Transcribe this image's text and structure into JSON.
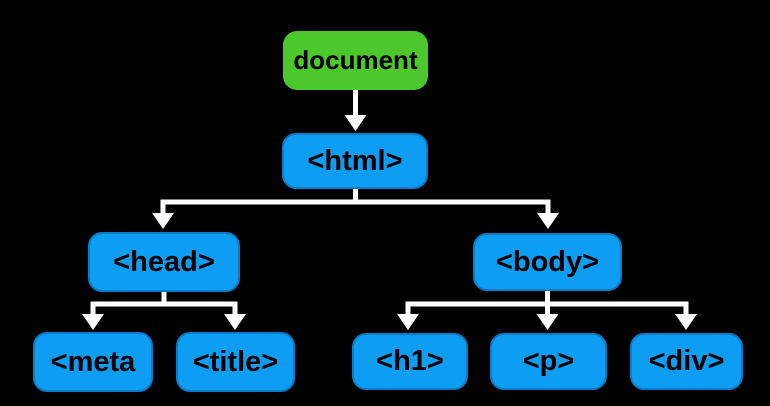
{
  "diagram": {
    "nodes": {
      "document": {
        "label": "document"
      },
      "html": {
        "label": "<html>"
      },
      "head": {
        "label": "<head>"
      },
      "body": {
        "label": "<body>"
      },
      "meta": {
        "label": "<meta"
      },
      "title": {
        "label": "<title>"
      },
      "h1": {
        "label": "<h1>"
      },
      "p": {
        "label": "<p>"
      },
      "div": {
        "label": "<div>"
      }
    },
    "edges": [
      {
        "from": "document",
        "to": "html"
      },
      {
        "from": "html",
        "to": "head"
      },
      {
        "from": "html",
        "to": "body"
      },
      {
        "from": "head",
        "to": "meta"
      },
      {
        "from": "head",
        "to": "title"
      },
      {
        "from": "body",
        "to": "h1"
      },
      {
        "from": "body",
        "to": "p"
      },
      {
        "from": "body",
        "to": "div"
      }
    ],
    "colors": {
      "background": "#000000",
      "root_fill": "#4CC72C",
      "node_fill": "#0D9DF2",
      "node_border": "#0B7CC6",
      "node_text": "#000000",
      "connector": "#FFFFFF"
    }
  }
}
